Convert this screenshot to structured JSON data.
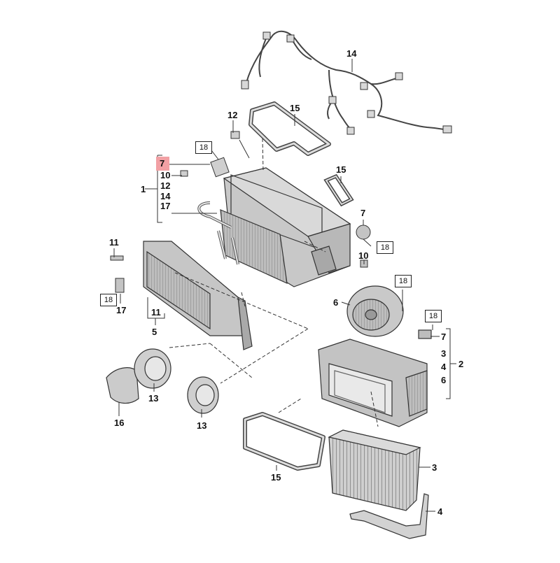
{
  "diagram": {
    "highlight_color": "#f2a0a4",
    "line_color": "#333333",
    "part_color": "#c9c9c9",
    "highlighted_callout": "7",
    "callouts": {
      "c14": "14",
      "c15_top": "15",
      "c12_top": "12",
      "c18_a": "18",
      "grp1_7": "7",
      "grp1_10": "10",
      "grp1_12": "12",
      "grp1_14": "14",
      "grp1_17": "17",
      "grp1_label": "1",
      "c15_right": "15",
      "c7_right": "7",
      "c18_b": "18",
      "c10_right": "10",
      "c11_left": "11",
      "c18_c": "18",
      "c17_left": "17",
      "c11_bottom": "11",
      "c5": "5",
      "c18_d": "18",
      "c6": "6",
      "c18_e": "18",
      "grp2_7": "7",
      "grp2_3": "3",
      "grp2_4": "4",
      "grp2_6": "6",
      "grp2_label": "2",
      "c13_a": "13",
      "c13_b": "13",
      "c16": "16",
      "c15_bottom": "15",
      "c3_bottom": "3",
      "c4_bottom": "4"
    }
  }
}
